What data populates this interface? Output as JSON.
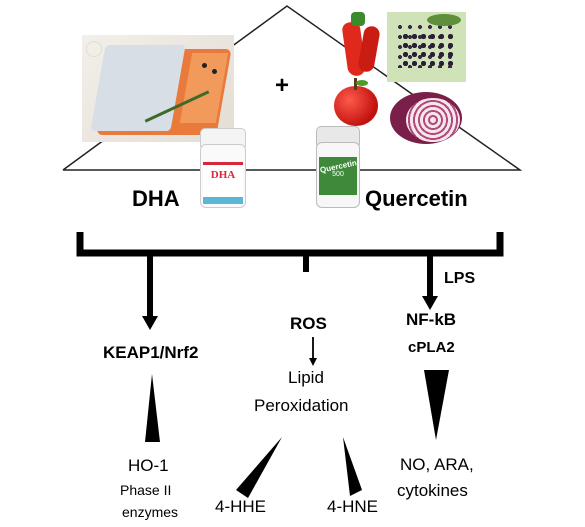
{
  "plus": "+",
  "left_label": "DHA",
  "right_label": "Quercetin",
  "bottle_left_text": "DHA",
  "bottle_right_text": "Quercetin",
  "bottle_right_sub": "500",
  "lps": "LPS",
  "keap": "KEAP1/Nrf2",
  "ros": "ROS",
  "nfkb": "NF-kB",
  "cpla2": "cPLA2",
  "lipid": "Lipid",
  "perox": "Peroxidation",
  "ho1": "HO-1",
  "phase": "Phase II",
  "enzymes": "enzymes",
  "hhe": "4-HHE",
  "hne": "4-HNE",
  "no_ara": "NO, ARA,",
  "cytokines": "cytokines"
}
